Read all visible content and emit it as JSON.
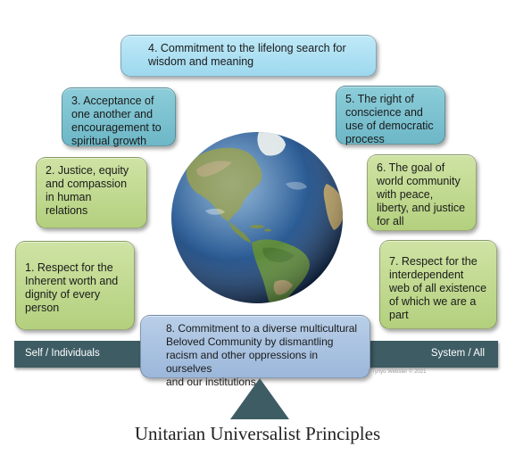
{
  "principles": {
    "p1": "1. Respect for the\nInherent worth and\ndignity of every\nperson",
    "p2": "2. Justice, equity\nand compassion\nin human\nrelations",
    "p3": "3. Acceptance of\none another and\nencouragement to\nspiritual growth",
    "p4": "4. Commitment to the lifelong search for\nwisdom and meaning",
    "p5": "5. The right of\nconscience and\nuse of democratic\nprocess",
    "p6": "6. The goal of\nworld community\nwith peace,\nliberty, and justice\nfor all",
    "p7": "7. Respect for the\ninterdependent\nweb of all existence\nof which we are a\npart",
    "p8": "8. Commitment to a diverse multicultural\nBeloved Community by dismantling\nracism and other oppressions in ourselves\nand our institutions"
  },
  "beam": {
    "left_label": "Self / Individuals",
    "right_label": "System / All"
  },
  "credit": "©Tynyo Webster © 2021",
  "title": "Unitarian Universalist Principles",
  "colors": {
    "beam": "#3e5c64",
    "box_blue": "#a9def2",
    "box_teal": "#7cc2cf",
    "box_green": "#c1d98f",
    "box_lightblue": "#a9c2e0"
  }
}
